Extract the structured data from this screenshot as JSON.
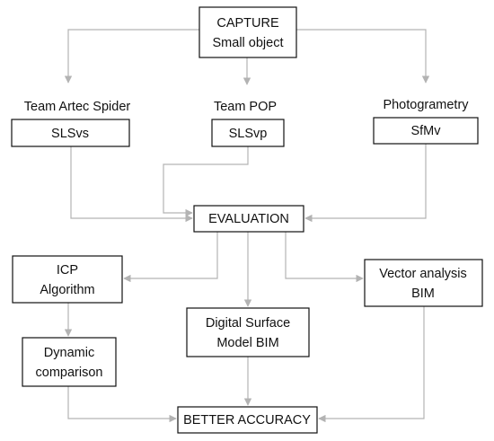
{
  "colors": {
    "box_border": "#111111",
    "connector": "#b3b3b3",
    "text": "#111111",
    "background": "#ffffff"
  },
  "nodes": {
    "capture": {
      "lines": [
        "CAPTURE",
        "Small object"
      ]
    },
    "slsvs": {
      "lines": [
        "SLSvs"
      ]
    },
    "slsvp": {
      "lines": [
        "SLSvp"
      ]
    },
    "sfmv": {
      "lines": [
        "SfMv"
      ]
    },
    "evaluation": {
      "lines": [
        "EVALUATION"
      ]
    },
    "icp": {
      "lines": [
        "ICP",
        "Algorithm"
      ]
    },
    "dsm": {
      "lines": [
        "Digital Surface",
        "Model BIM"
      ]
    },
    "vector": {
      "lines": [
        "Vector analysis",
        "BIM"
      ]
    },
    "dynamic": {
      "lines": [
        "Dynamic",
        "comparison"
      ]
    },
    "accuracy": {
      "lines": [
        "BETTER ACCURACY"
      ]
    }
  },
  "labels": {
    "team_artec": "Team Artec Spider",
    "team_pop": "Team POP",
    "photogrammetry": "Photogrametry"
  },
  "edges": [
    [
      "capture",
      "slsvs"
    ],
    [
      "capture",
      "slsvp"
    ],
    [
      "capture",
      "sfmv"
    ],
    [
      "slsvs",
      "evaluation"
    ],
    [
      "slsvp",
      "evaluation"
    ],
    [
      "sfmv",
      "evaluation"
    ],
    [
      "evaluation",
      "icp"
    ],
    [
      "evaluation",
      "dsm"
    ],
    [
      "evaluation",
      "vector"
    ],
    [
      "icp",
      "dynamic"
    ],
    [
      "dynamic",
      "accuracy"
    ],
    [
      "dsm",
      "accuracy"
    ],
    [
      "vector",
      "accuracy"
    ]
  ]
}
